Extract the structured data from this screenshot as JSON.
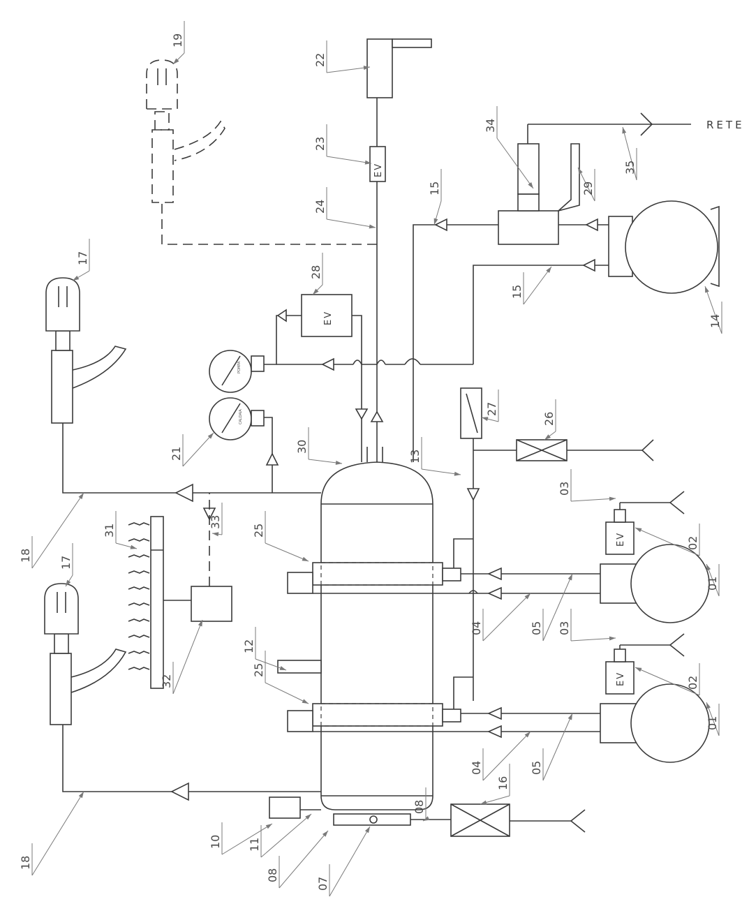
{
  "diagram": {
    "rete_label": "RETE",
    "ev_label": "EV",
    "gauge_pompa": "POMPA",
    "gauge_caldaia": "CALDAIA",
    "labels": {
      "n01a": "01",
      "n01b": "01",
      "n02a": "02",
      "n02b": "02",
      "n03a": "03",
      "n03b": "03",
      "n04a": "04",
      "n04b": "04",
      "n05a": "05",
      "n05b": "05",
      "n07": "07",
      "n08a": "08",
      "n08b": "08",
      "n10": "10",
      "n11": "11",
      "n12": "12",
      "n13": "13",
      "n14": "14",
      "n15a": "15",
      "n15b": "15",
      "n16": "16",
      "n17a": "17",
      "n17b": "17",
      "n18a": "18",
      "n18b": "18",
      "n19": "19",
      "n21": "21",
      "n22": "22",
      "n23": "23",
      "n24": "24",
      "n25a": "25",
      "n25b": "25",
      "n26": "26",
      "n27": "27",
      "n28": "28",
      "n29": "29",
      "n30": "30",
      "n31": "31",
      "n32": "32",
      "n33": "33",
      "n34": "34",
      "n35": "35"
    }
  }
}
